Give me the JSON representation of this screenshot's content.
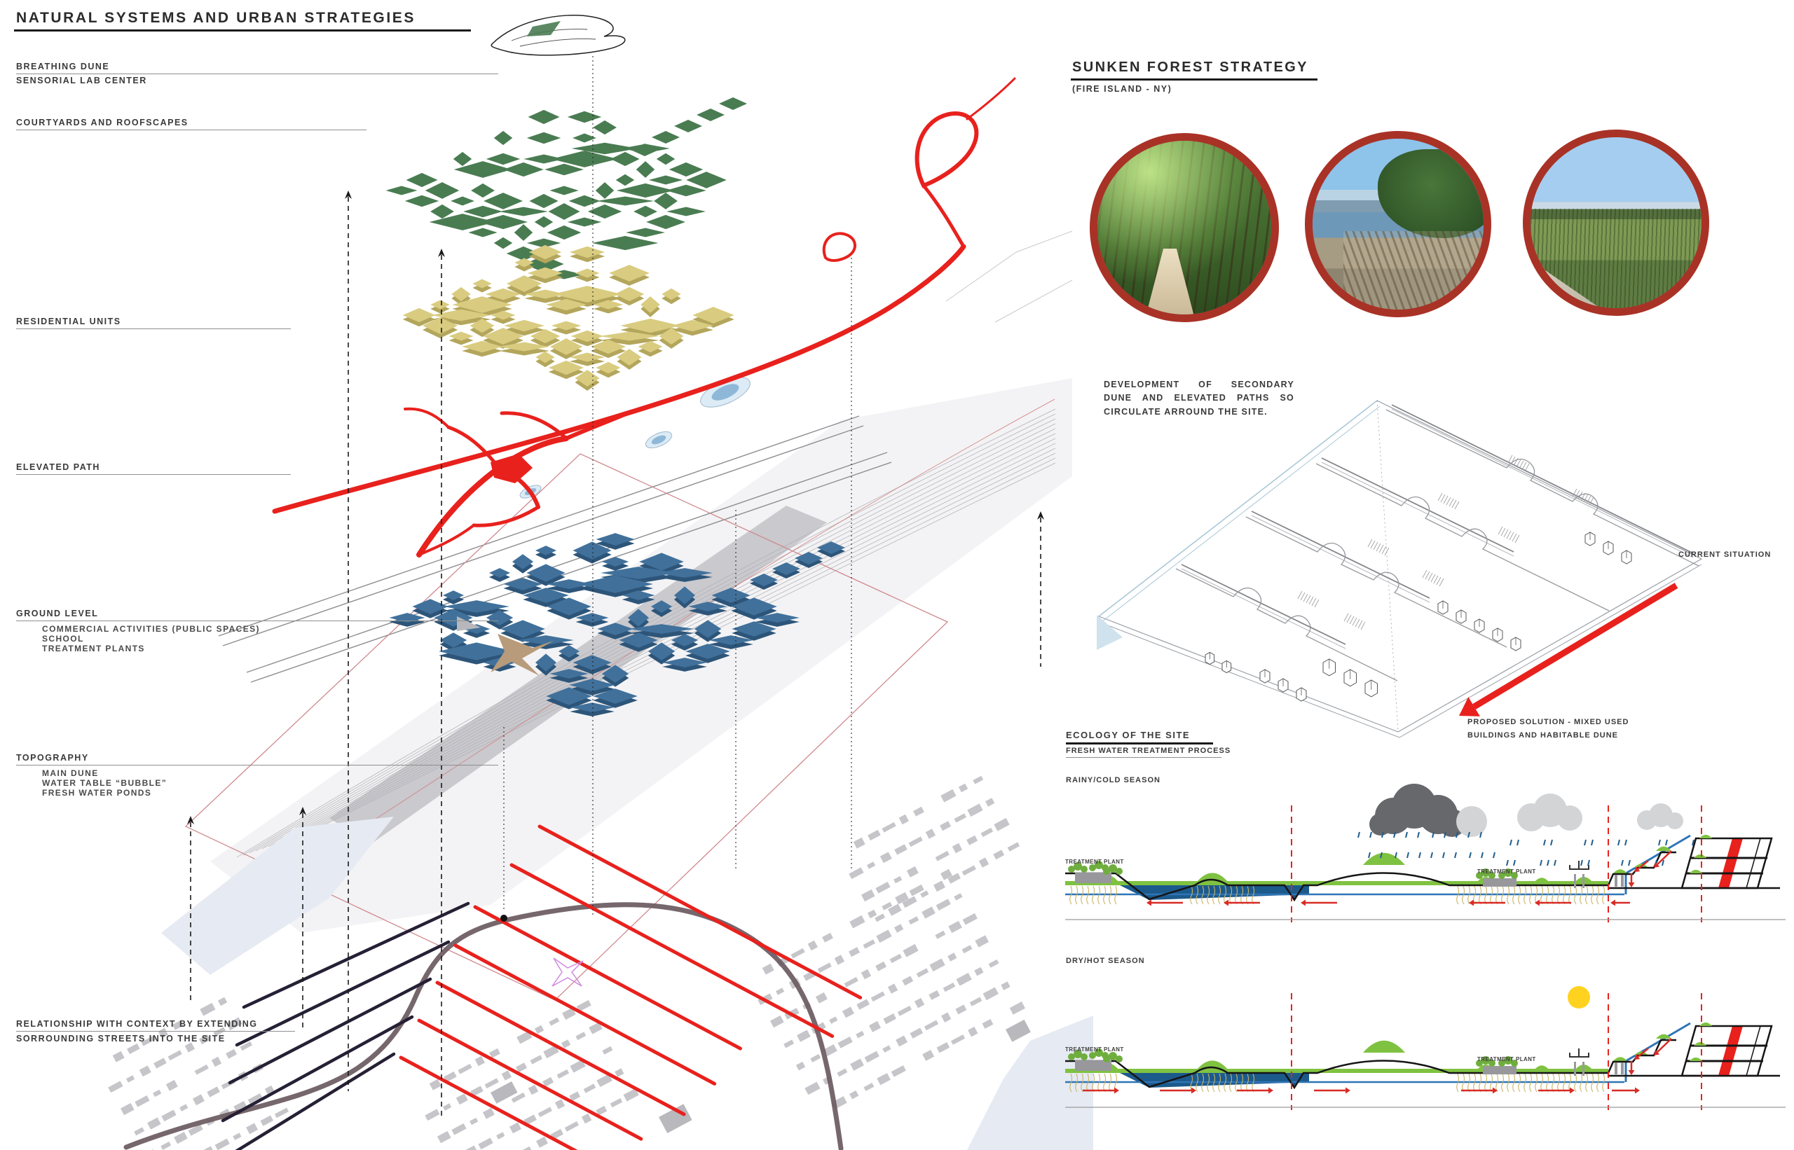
{
  "left_panel": {
    "title": "NATURAL SYSTEMS AND URBAN STRATEGIES",
    "labels": {
      "breathing_dune": {
        "title": "BREATHING DUNE",
        "sub": "SENSORIAL LAB CENTER"
      },
      "courtyards": {
        "title": "COURTYARDS AND ROOFSCAPES"
      },
      "residential": {
        "title": "RESIDENTIAL UNITS"
      },
      "elevated_path": {
        "title": "ELEVATED PATH"
      },
      "ground_level": {
        "title": "GROUND LEVEL",
        "subs": [
          "COMMERCIAL ACTIVITIES (PUBLIC SPACES)",
          "SCHOOL",
          "TREATMENT PLANTS"
        ]
      },
      "topography": {
        "title": "TOPOGRAPHY",
        "subs": [
          "MAIN DUNE",
          "WATER TABLE “BUBBLE”",
          "FRESH WATER PONDS"
        ]
      },
      "context": {
        "title": "RELATIONSHIP WITH CONTEXT BY EXTENDING",
        "sub": "SORROUNDING STREETS INTO THE SITE"
      }
    }
  },
  "right_panel": {
    "title": "SUNKEN FOREST STRATEGY",
    "subtitle": "(FIRE ISLAND - NY)",
    "photos": [
      {
        "name": "sunken-forest-boardwalk-photo"
      },
      {
        "name": "shoreline-erosion-photo"
      },
      {
        "name": "marsh-grassland-photo"
      }
    ],
    "development_note": "DEVELOPMENT OF SECONDARY DUNE AND ELEVATED PATHS SO CIRCULATE ARROUND THE SITE.",
    "axon_labels": {
      "current": "CURRENT SITUATION",
      "proposed": "PROPOSED SOLUTION - MIXED USED BUILDINGS AND HABITABLE DUNE"
    },
    "ecology": {
      "title": "ECOLOGY OF THE SITE",
      "subtitle": "FRESH WATER TREATMENT PROCESS",
      "season_rainy": "RAINY/COLD SEASON",
      "season_dry": "DRY/HOT SEASON",
      "treatment_plant": "TREATMENT PLANT"
    }
  },
  "colors": {
    "accent_red": "#e8211d",
    "photo_ring_red": "#a93226",
    "layer_green": "#4a7c52",
    "layer_yellow": "#d9cc80",
    "layer_blue": "#41719b",
    "water_dark_blue": "#1c5a8c",
    "water_line_blue": "#2e75b6",
    "vegetation_green": "#7fc241",
    "sun_yellow": "#ffd21f"
  }
}
